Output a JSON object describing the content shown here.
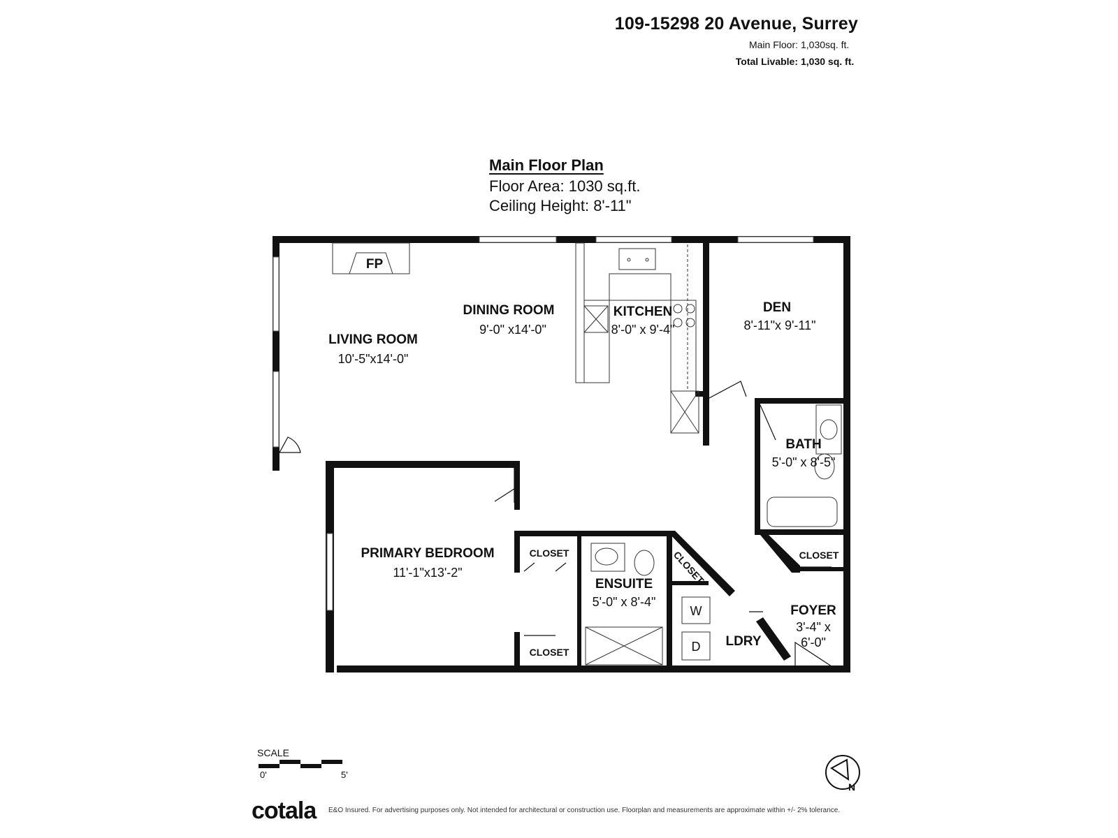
{
  "header": {
    "address": "109-15298 20 Avenue, Surrey",
    "main_floor_label": "Main Floor:",
    "main_floor_value": "1,030sq. ft.",
    "total_label": "Total Livable:",
    "total_value": "1,030 sq. ft."
  },
  "plan": {
    "title": "Main Floor Plan",
    "floor_area": "Floor Area: 1030 sq.ft.",
    "ceiling_height": "Ceiling Height: 8'-11\""
  },
  "rooms": {
    "living": {
      "name": "LIVING ROOM",
      "dims": "10'-5\"x14'-0\""
    },
    "dining": {
      "name": "DINING ROOM",
      "dims": "9'-0\" x14'-0\""
    },
    "kitchen": {
      "name": "KITCHEN",
      "dims": "8'-0\" x 9'-4\""
    },
    "den": {
      "name": "DEN",
      "dims": "8'-11\"x 9'-11\""
    },
    "bath": {
      "name": "BATH",
      "dims": "5'-0\" x 8'-5\""
    },
    "primary": {
      "name": "PRIMARY BEDROOM",
      "dims": "11'-1\"x13'-2\""
    },
    "ensuite": {
      "name": "ENSUITE",
      "dims": "5'-0\" x 8'-4\""
    },
    "foyer": {
      "name": "FOYER",
      "dims_line1": "3'-4\" x",
      "dims_line2": "6'-0\""
    },
    "laundry": {
      "name": "LDRY"
    }
  },
  "labels": {
    "fireplace": "FP",
    "closet": "CLOSET",
    "washer": "W",
    "dryer": "D"
  },
  "scale": {
    "label": "SCALE",
    "zero": "0'",
    "five": "5'"
  },
  "footer": {
    "logo": "cotala",
    "disclaimer": "E&O Insured. For advertising purposes only. Not intended for architectural or construction use. Floorplan and measurements are approximate within +/- 2% tolerance."
  },
  "compass": {
    "north_letter": "N"
  }
}
